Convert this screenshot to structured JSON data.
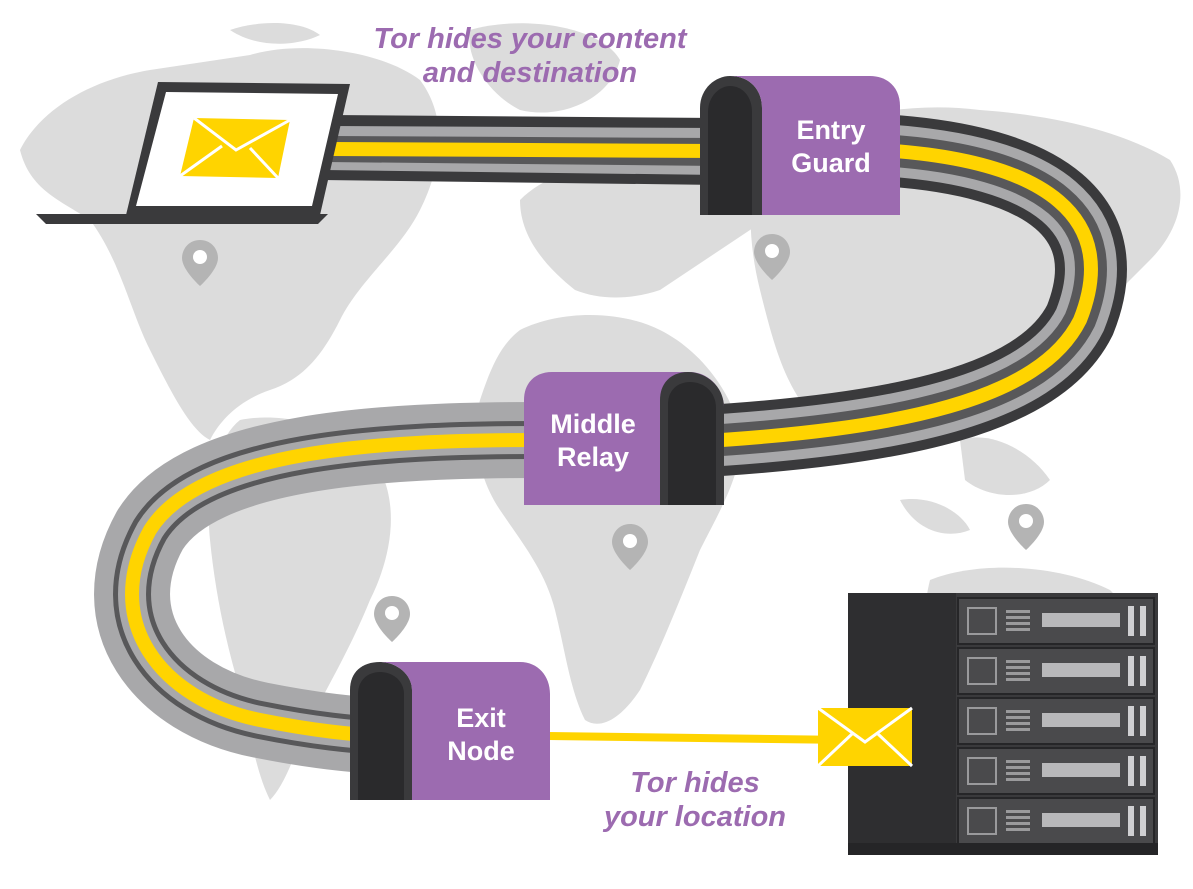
{
  "captions": {
    "top_line1": "Tor hides your content",
    "top_line2": "and destination",
    "bottom_line1": "Tor hides",
    "bottom_line2": "your location"
  },
  "nodes": {
    "entry": {
      "line1": "Entry",
      "line2": "Guard"
    },
    "middle": {
      "line1": "Middle",
      "line2": "Relay"
    },
    "exit": {
      "line1": "Exit",
      "line2": "Node"
    }
  },
  "colors": {
    "purple": "#9c6bb0",
    "tunnel_dark": "#3a3a3c",
    "tunnel_mid": "#a8a8aa",
    "tunnel_darkgray": "#58585a",
    "yellow": "#ffd400",
    "map": "#dcdcdc",
    "pin": "#b4b4b4",
    "caption": "#9c6bb0"
  },
  "icons": [
    "laptop-icon",
    "envelope-icon",
    "location-pin-icon",
    "server-rack-icon"
  ]
}
